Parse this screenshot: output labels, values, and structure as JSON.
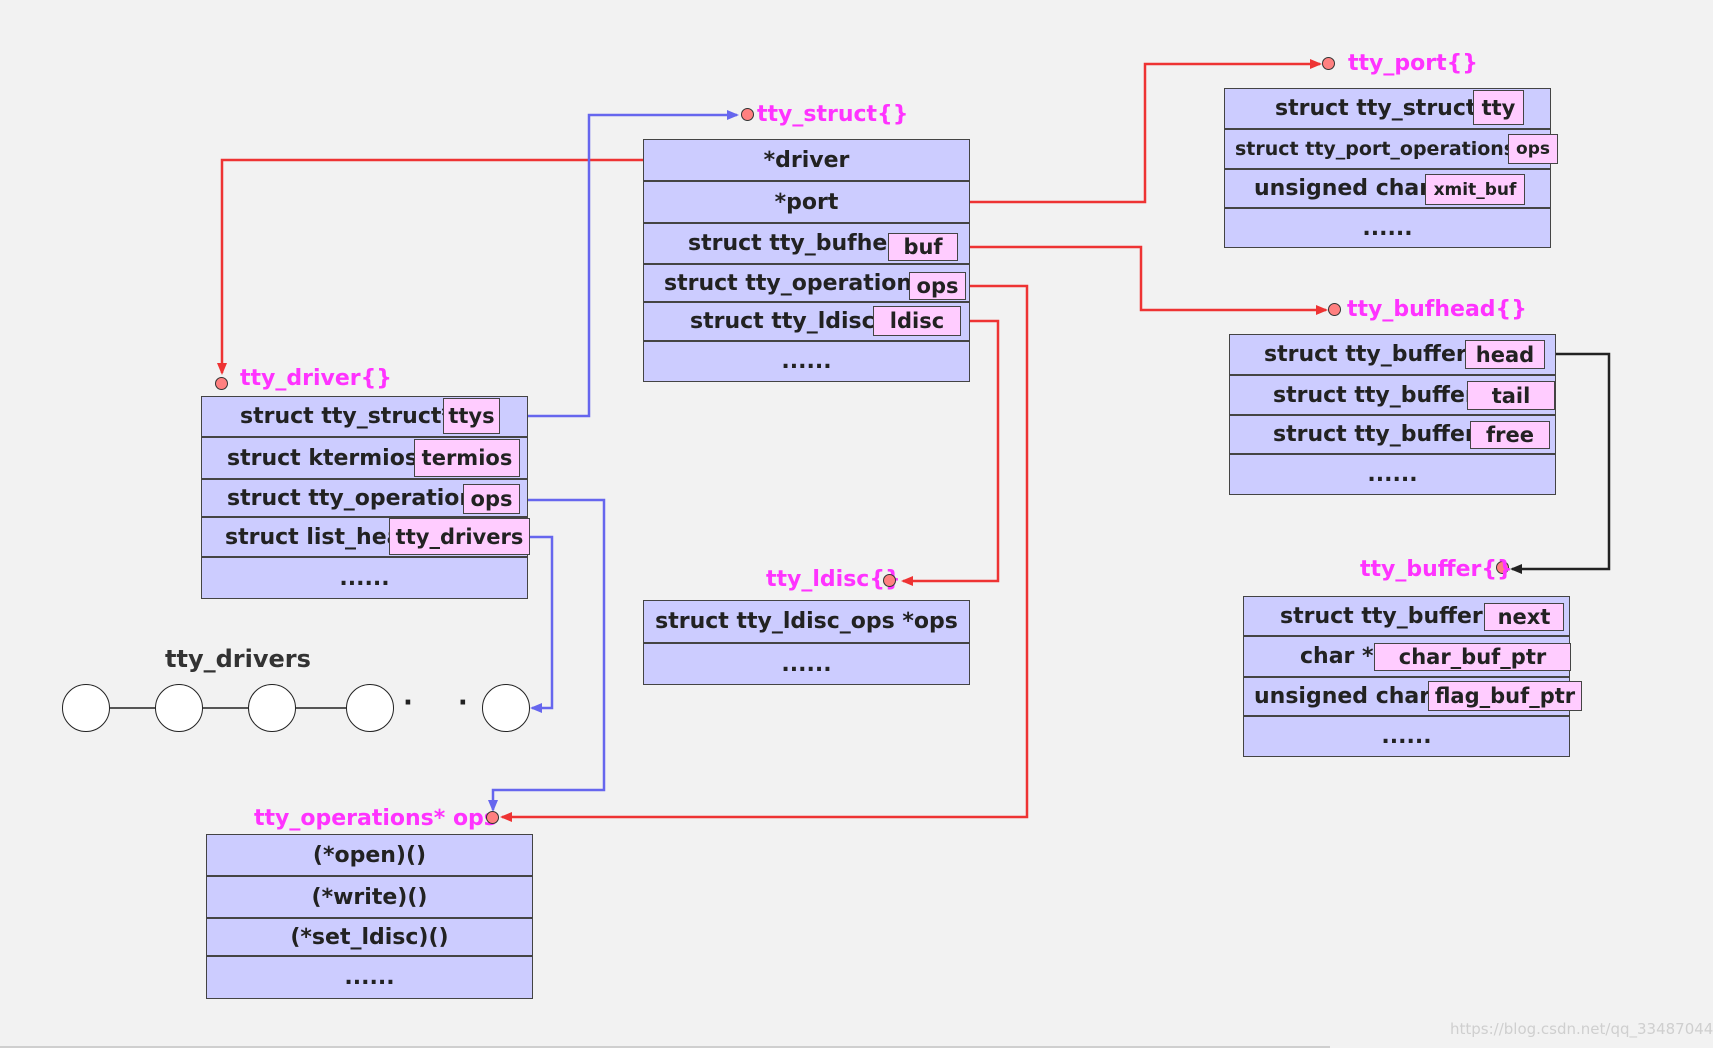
{
  "colors": {
    "row_fill": "#ccccff",
    "tag_fill": "#ffccff",
    "title_color": "#ff33ff",
    "dot_fill": "#ff8080",
    "arrow_red": "#ee3333",
    "arrow_blue": "#6666ee",
    "arrow_black": "#222222"
  },
  "tty_struct": {
    "title": "tty_struct{}",
    "rows": [
      "*driver",
      "*port",
      "struct tty_bufhead",
      "struct tty_operations *",
      "struct tty_ldisc *",
      "......"
    ],
    "tags": {
      "buf": "buf",
      "ops": "ops",
      "ldisc": "ldisc"
    }
  },
  "tty_port": {
    "title": "tty_port{}",
    "rows": [
      "struct tty_struct *",
      "struct tty_port_operations *",
      "unsigned char *",
      "......"
    ],
    "tags": {
      "tty": "tty",
      "ops": "ops",
      "xmit_buf": "xmit_buf"
    }
  },
  "tty_bufhead": {
    "title": "tty_bufhead{}",
    "rows": [
      "struct tty_buffer *",
      "struct tty_buffer *",
      "struct tty_buffer *",
      "......"
    ],
    "tags": {
      "head": "head",
      "tail": "tail",
      "free": "free"
    }
  },
  "tty_buffer": {
    "title": "tty_buffer{}",
    "rows": [
      "struct tty_buffer *",
      "char *",
      "unsigned char*",
      "......"
    ],
    "tags": {
      "next": "next",
      "char_buf_ptr": "char_buf_ptr",
      "flag_buf_ptr": "flag_buf_ptr"
    }
  },
  "tty_driver": {
    "title": "tty_driver{}",
    "rows": [
      "struct tty_struct**",
      "struct ktermios**",
      "struct tty_operations*",
      "struct list_head",
      "......"
    ],
    "tags": {
      "ttys": "ttys",
      "termios": "termios",
      "ops": "ops",
      "tty_drivers": "tty_drivers"
    }
  },
  "tty_ldisc": {
    "title": "tty_ldisc{}",
    "rows": [
      "struct tty_ldisc_ops *ops",
      "......"
    ]
  },
  "tty_operations": {
    "title": "tty_operations* ops",
    "rows": [
      "(*open)()",
      "(*write)()",
      "(*set_ldisc)()",
      "......"
    ]
  },
  "tty_drivers_list": {
    "label": "tty_drivers",
    "ellipsis": "· · ·"
  },
  "watermark": "https://blog.csdn.net/qq_33487044"
}
